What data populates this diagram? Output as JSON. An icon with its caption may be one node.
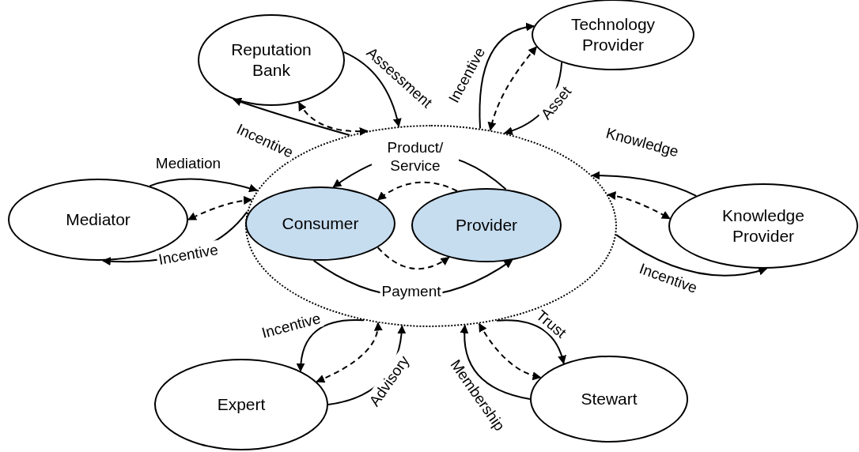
{
  "diagram": {
    "nodes": [
      {
        "text": [
          "Reputation Bank"
        ]
      },
      {
        "text": [
          "Technology Provider"
        ]
      },
      {
        "text": [],
        "shape": "ellipse"
      },
      {
        "text": [
          "Mediator"
        ]
      },
      {
        "text": [
          "Consumer"
        ],
        "in": 2
      },
      {
        "text": [
          "Provider"
        ],
        "in": 2
      },
      {
        "text": [
          "Knowledge Provider"
        ]
      },
      {
        "text": [
          "Expert"
        ]
      },
      {
        "text": [
          "Stewart"
        ]
      }
    ],
    "edges": [
      {
        "from": 5,
        "to": 4,
        "arrow": "to",
        "label": "Product/ Service"
      },
      {
        "from": 5,
        "to": 4,
        "arrow": "to",
        "style": "dashed"
      },
      {
        "from": 4,
        "to": 5,
        "arrow": "to",
        "style": "dashed"
      },
      {
        "from": 4,
        "to": 5,
        "arrow": "to",
        "label": "Payment"
      },
      {
        "from": 0,
        "to": 2,
        "arrow": "to",
        "label": "Assessment"
      },
      {
        "from": 2,
        "to": 0,
        "arrow": "to",
        "label": "Incentive"
      },
      {
        "from": 0,
        "to": 2,
        "arrow": "both",
        "style": "dashed"
      },
      {
        "from": 2,
        "to": 1,
        "arrow": "to",
        "label": "Incentive"
      },
      {
        "from": 1,
        "to": 2,
        "arrow": "to",
        "label": "Asset"
      },
      {
        "from": 1,
        "to": 2,
        "arrow": "both",
        "style": "dashed"
      },
      {
        "from": 3,
        "to": 2,
        "arrow": "to",
        "label": "Mediation"
      },
      {
        "from": 2,
        "to": 3,
        "arrow": "to",
        "label": "Incentive"
      },
      {
        "from": 2,
        "to": 3,
        "arrow": "both",
        "style": "dashed"
      },
      {
        "from": 6,
        "to": 2,
        "arrow": "to",
        "label": "Knowledge"
      },
      {
        "from": 2,
        "to": 6,
        "arrow": "both",
        "style": "dashed"
      },
      {
        "from": 2,
        "to": 6,
        "arrow": "to",
        "label": "Incentive"
      },
      {
        "from": 2,
        "to": 7,
        "arrow": "to",
        "label": "Incentive"
      },
      {
        "from": 7,
        "to": 2,
        "arrow": "both",
        "style": "dashed"
      },
      {
        "from": 7,
        "to": 2,
        "arrow": "to",
        "label": "Advisory"
      },
      {
        "from": 8,
        "to": 2,
        "arrow": "to",
        "label": "Membership"
      },
      {
        "from": 2,
        "to": 8,
        "arrow": "both",
        "style": "dashed"
      },
      {
        "from": 2,
        "to": 8,
        "arrow": "to",
        "label": "Trust"
      }
    ]
  }
}
